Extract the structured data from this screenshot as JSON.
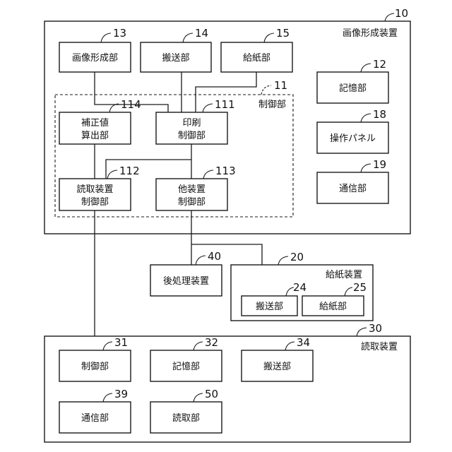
{
  "titles": {
    "image_forming_apparatus": "画像形成装置",
    "control_unit_group": "制御部",
    "feeding_apparatus": "給紙装置",
    "reading_apparatus": "読取装置"
  },
  "blocks": {
    "image_forming_unit": "画像形成部",
    "transport_unit": "搬送部",
    "paper_feed_unit": "給紙部",
    "storage_unit": "記憶部",
    "correction_value_calc_line1": "補正値",
    "correction_value_calc_line2": "算出部",
    "print_control_line1": "印刷",
    "print_control_line2": "制御部",
    "operation_panel": "操作パネル",
    "reading_device_control_line1": "読取装置",
    "reading_device_control_line2": "制御部",
    "other_device_control_line1": "他装置",
    "other_device_control_line2": "制御部",
    "communication_unit": "通信部",
    "post_processing_apparatus": "後処理装置",
    "feeder_transport_unit": "搬送部",
    "feeder_paper_feed_unit": "給紙部",
    "reader_control_unit": "制御部",
    "reader_storage_unit": "記憶部",
    "reader_transport_unit": "搬送部",
    "reader_communication_unit": "通信部",
    "reader_reading_unit": "読取部"
  },
  "refs": {
    "r10": "10",
    "r11": "11",
    "r12": "12",
    "r13": "13",
    "r14": "14",
    "r15": "15",
    "r18": "18",
    "r19": "19",
    "r111": "111",
    "r112": "112",
    "r113": "113",
    "r114": "114",
    "r20": "20",
    "r24": "24",
    "r25": "25",
    "r30": "30",
    "r31": "31",
    "r32": "32",
    "r34": "34",
    "r39": "39",
    "r40": "40",
    "r50": "50"
  }
}
